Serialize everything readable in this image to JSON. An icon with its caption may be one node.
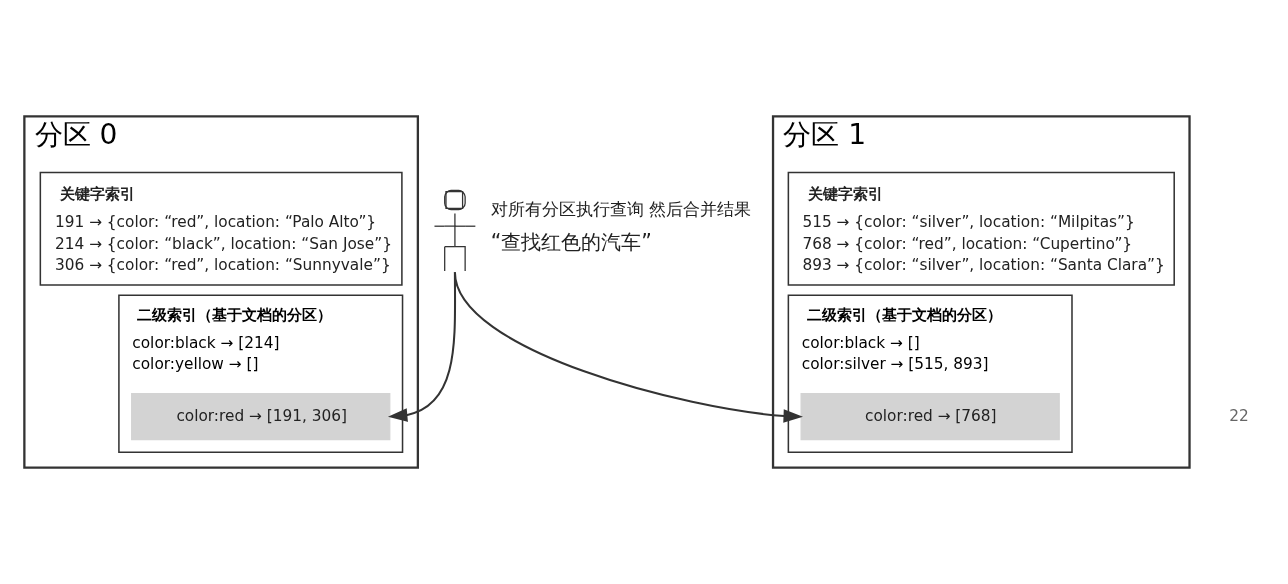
{
  "diagram": {
    "nodes": [
      {
        "text": [
          "分区 0"
        ]
      },
      {
        "text": [
          "关键字索引",
          "191 → {color: “red”, location: “Palo Alto”}",
          "214 → {color: “black”, location: “San Jose”}",
          "306 → {color: “red”, location: “Sunnyvale”}"
        ],
        "in": 0
      },
      {
        "text": [
          "二级索引（基于文档的分区）",
          "color:black → [214]",
          "color:yellow → []"
        ],
        "in": 0
      },
      {
        "text": [
          "color:red → [191, 306]"
        ],
        "in": 2
      },
      {
        "text": [
          "分区 1"
        ]
      },
      {
        "text": [
          "关键字索引",
          "515 → {color: “silver”, location: “Milpitas”}",
          "768 → {color: “red”, location: “Cupertino”}",
          "893 → {color: “silver”, location: “Santa Clara”}"
        ],
        "in": 4
      },
      {
        "text": [
          "二级索引（基于文档的分区）",
          "color:black → []",
          "color:silver → [515, 893]"
        ],
        "in": 4
      },
      {
        "text": [
          "color:red → [768]"
        ],
        "in": 6
      },
      {
        "text": [],
        "shape": "person",
        "beside": [
          "对所有分区执行查询 然后合并结果",
          "“查找红色的汽车”"
        ]
      }
    ],
    "edges": [
      {
        "from": 8,
        "to": 3,
        "arrow": "to"
      },
      {
        "from": 8,
        "to": 7,
        "arrow": "to"
      }
    ],
    "labels": [
      "22"
    ]
  }
}
